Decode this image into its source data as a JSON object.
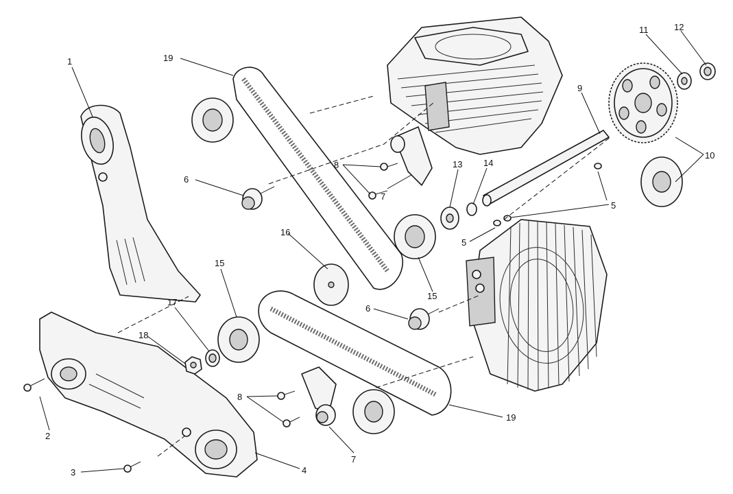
{
  "callouts": {
    "c1": "1",
    "c2": "2",
    "c3": "3",
    "c4": "4",
    "c5a": "5",
    "c5b": "5",
    "c6a": "6",
    "c6b": "6",
    "c7a": "7",
    "c7b": "7",
    "c8a": "8",
    "c8b": "8",
    "c9": "9",
    "c10": "10",
    "c11": "11",
    "c12": "12",
    "c13": "13",
    "c14": "14",
    "c15a": "15",
    "c15b": "15",
    "c16": "16",
    "c17": "17",
    "c18": "18",
    "c19a": "19",
    "c19b": "19"
  }
}
